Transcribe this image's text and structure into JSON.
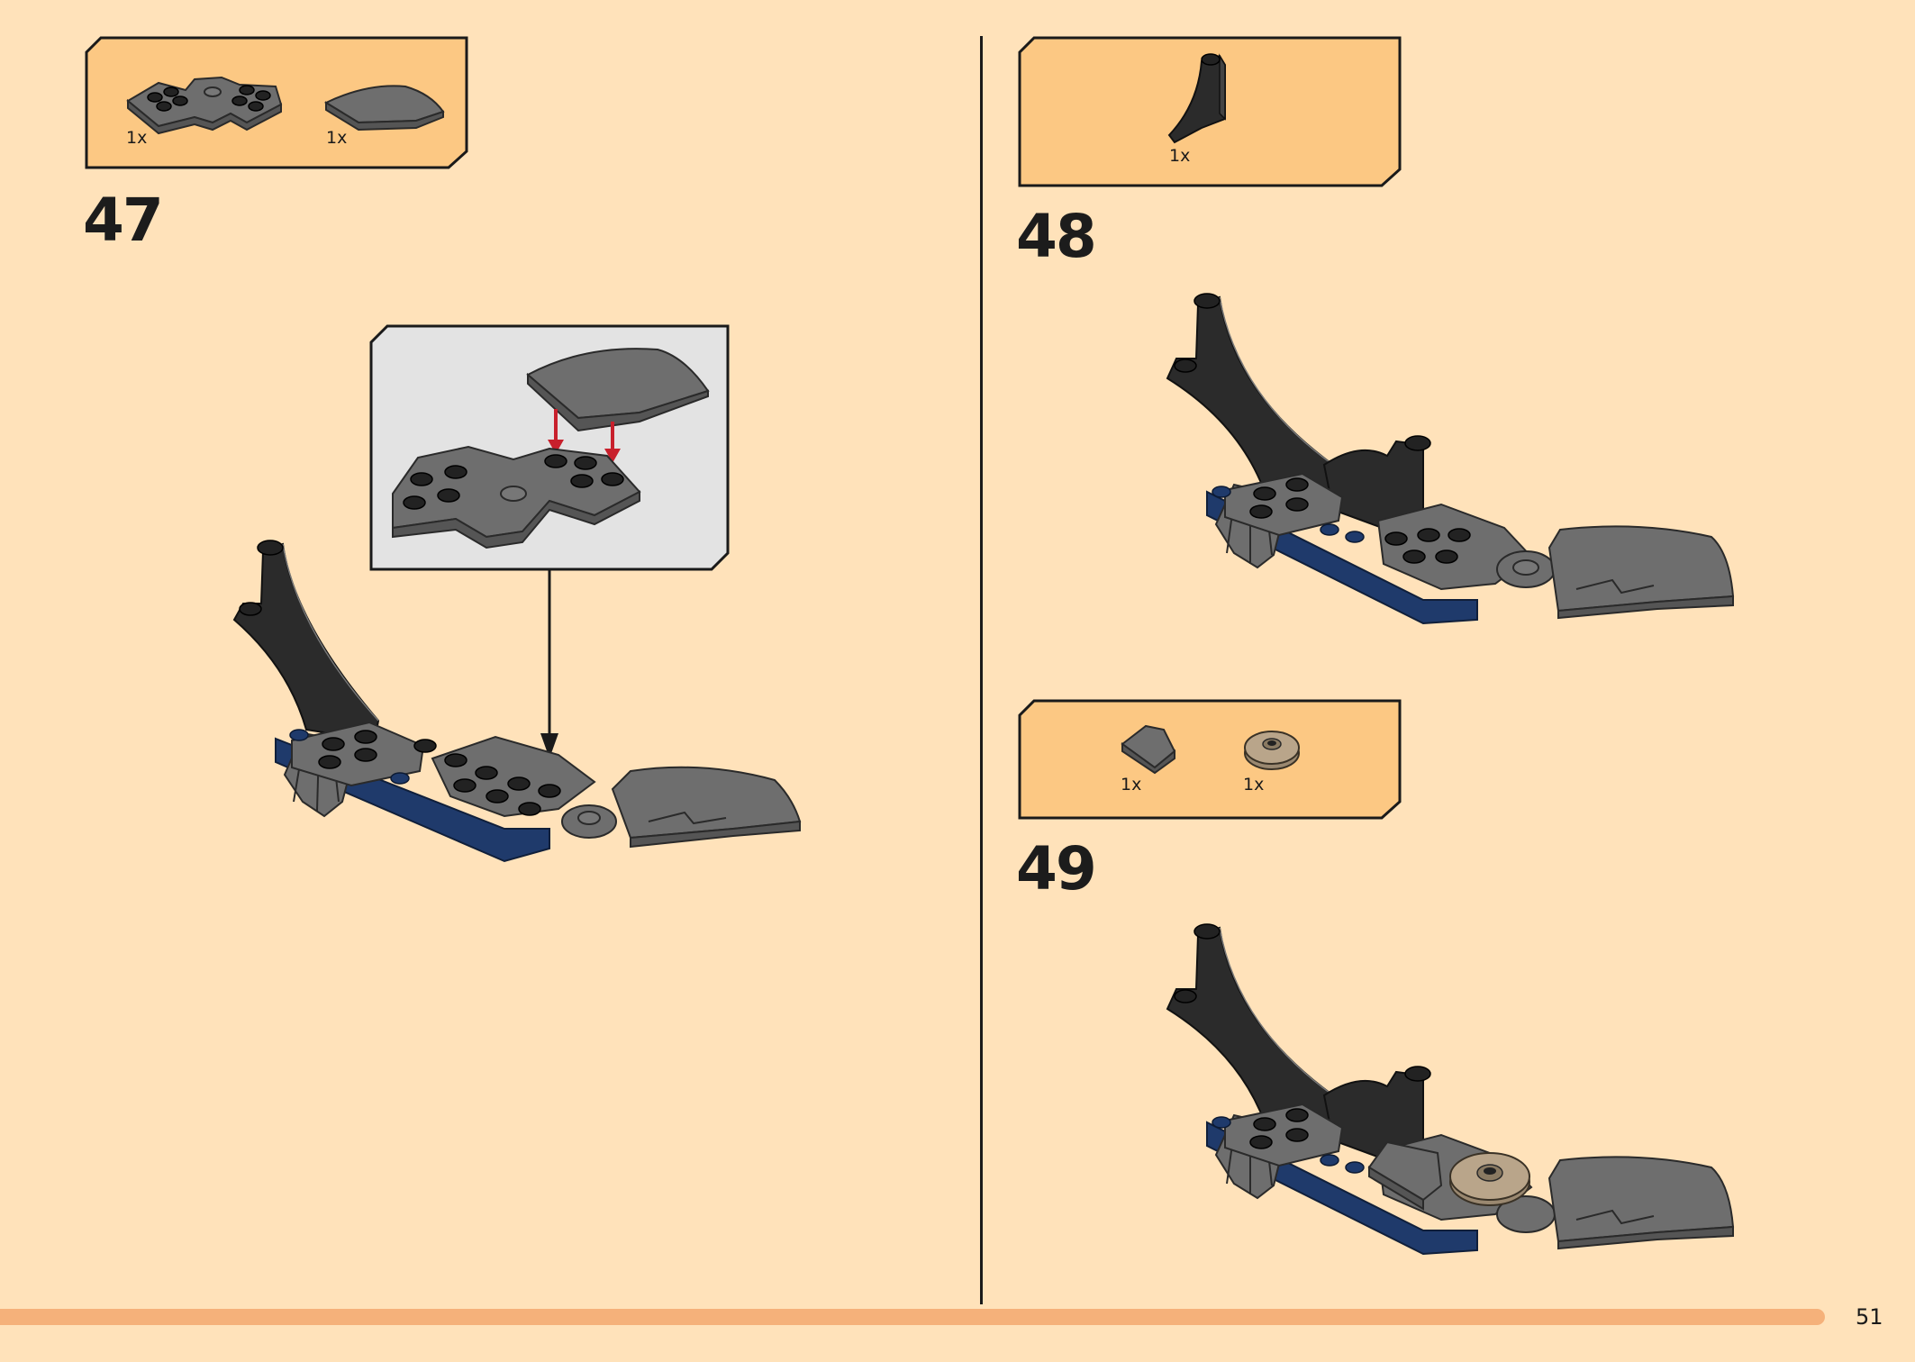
{
  "steps": [
    {
      "number": "47",
      "parts": [
        {
          "qty": "1x",
          "icon": "wedge-plate-part-icon"
        },
        {
          "qty": "1x",
          "icon": "curved-slope-part-icon"
        }
      ]
    },
    {
      "number": "48",
      "parts": [
        {
          "qty": "1x",
          "icon": "arch-slope-part-icon"
        }
      ]
    },
    {
      "number": "49",
      "parts": [
        {
          "qty": "1x",
          "icon": "slope-tile-part-icon"
        },
        {
          "qty": "1x",
          "icon": "round-tile-part-icon"
        }
      ]
    }
  ],
  "page_number": "51",
  "colors": {
    "page_bg": "#FFE2BA",
    "parts_box": "#FCC883",
    "callout_bg": "#E3E3E3",
    "dark_gray": "#6E6E6E",
    "black_part": "#2B2B2B",
    "blue_part": "#1F3A6B",
    "tan_part": "#B9A58A",
    "arrow_red": "#C8202C",
    "footer_bar": "#F5B17A"
  }
}
